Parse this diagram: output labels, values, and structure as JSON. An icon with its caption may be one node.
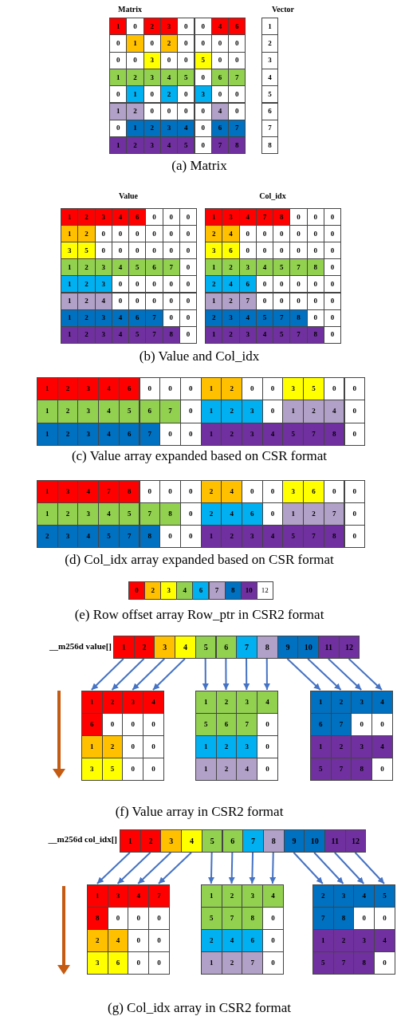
{
  "diagram": {
    "nodes": [
      {
        "text": [
          "1"
        ]
      },
      {
        "text": [
          "2"
        ]
      },
      {
        "text": [
          "3"
        ]
      },
      {
        "text": [
          "4"
        ]
      },
      {
        "text": [
          "5"
        ]
      },
      {
        "text": [
          "6"
        ]
      },
      {
        "text": [
          "7"
        ]
      },
      {
        "text": [
          "8"
        ]
      },
      {
        "text": [
          "9"
        ]
      },
      {
        "text": [
          "10"
        ]
      },
      {
        "text": [
          "11"
        ]
      },
      {
        "text": [
          "12"
        ]
      },
      {
        "text": [
          "1",
          "2",
          "3",
          "4",
          "6",
          "0",
          "0",
          "0",
          "1",
          "2",
          "0",
          "0",
          "3",
          "5",
          "0",
          "0"
        ]
      },
      {
        "text": [
          "1",
          "2",
          "3",
          "4",
          "5",
          "6",
          "7",
          "0",
          "1",
          "2",
          "3",
          "0",
          "1",
          "2",
          "4",
          "0"
        ]
      },
      {
        "text": [
          "1",
          "2",
          "3",
          "4",
          "6",
          "7",
          "0",
          "0",
          "1",
          "2",
          "3",
          "4",
          "5",
          "7",
          "8",
          "0"
        ]
      },
      {
        "text": [
          "1"
        ]
      },
      {
        "text": [
          "2"
        ]
      },
      {
        "text": [
          "3"
        ]
      },
      {
        "text": [
          "4"
        ]
      },
      {
        "text": [
          "5"
        ]
      },
      {
        "text": [
          "6"
        ]
      },
      {
        "text": [
          "7"
        ]
      },
      {
        "text": [
          "8"
        ]
      },
      {
        "text": [
          "9"
        ]
      },
      {
        "text": [
          "10"
        ]
      },
      {
        "text": [
          "11"
        ]
      },
      {
        "text": [
          "12"
        ]
      },
      {
        "text": [
          "1",
          "3",
          "4",
          "7",
          "8",
          "0",
          "0",
          "0",
          "2",
          "4",
          "0",
          "0",
          "3",
          "6",
          "0",
          "0"
        ]
      },
      {
        "text": [
          "1",
          "2",
          "3",
          "4",
          "5",
          "7",
          "8",
          "0",
          "2",
          "4",
          "6",
          "0",
          "1",
          "2",
          "7",
          "0"
        ]
      },
      {
        "text": [
          "2",
          "3",
          "4",
          "5",
          "7",
          "8",
          "0",
          "0",
          "1",
          "2",
          "3",
          "4",
          "5",
          "7",
          "8",
          "0"
        ]
      }
    ],
    "edges": [
      {
        "from": 0,
        "to": 12,
        "arrow": "to"
      },
      {
        "from": 1,
        "to": 12,
        "arrow": "to"
      },
      {
        "from": 2,
        "to": 12,
        "arrow": "to"
      },
      {
        "from": 3,
        "to": 12,
        "arrow": "to"
      },
      {
        "from": 4,
        "to": 13,
        "arrow": "to"
      },
      {
        "from": 5,
        "to": 13,
        "arrow": "to"
      },
      {
        "from": 6,
        "to": 13,
        "arrow": "to"
      },
      {
        "from": 7,
        "to": 13,
        "arrow": "to"
      },
      {
        "from": 8,
        "to": 14,
        "arrow": "to"
      },
      {
        "from": 9,
        "to": 14,
        "arrow": "to"
      },
      {
        "from": 10,
        "to": 14,
        "arrow": "to"
      },
      {
        "from": 11,
        "to": 14,
        "arrow": "to"
      },
      {
        "from": 15,
        "to": 27,
        "arrow": "to"
      },
      {
        "from": 16,
        "to": 27,
        "arrow": "to"
      },
      {
        "from": 17,
        "to": 27,
        "arrow": "to"
      },
      {
        "from": 18,
        "to": 27,
        "arrow": "to"
      },
      {
        "from": 19,
        "to": 28,
        "arrow": "to"
      },
      {
        "from": 20,
        "to": 28,
        "arrow": "to"
      },
      {
        "from": 21,
        "to": 28,
        "arrow": "to"
      },
      {
        "from": 22,
        "to": 28,
        "arrow": "to"
      },
      {
        "from": 23,
        "to": 29,
        "arrow": "to"
      },
      {
        "from": 24,
        "to": 29,
        "arrow": "to"
      },
      {
        "from": 25,
        "to": 29,
        "arrow": "to"
      },
      {
        "from": 26,
        "to": 29,
        "arrow": "to"
      }
    ],
    "labels": [
      "Matrix",
      "Vector",
      "1",
      "0",
      "2",
      "3",
      "0",
      "0",
      "4",
      "6",
      "0",
      "1",
      "0",
      "2",
      "0",
      "0",
      "0",
      "0",
      "0",
      "0",
      "3",
      "0",
      "0",
      "5",
      "0",
      "0",
      "1",
      "2",
      "3",
      "4",
      "5",
      "0",
      "6",
      "7",
      "0",
      "1",
      "0",
      "2",
      "0",
      "3",
      "0",
      "0",
      "1",
      "2",
      "0",
      "0",
      "0",
      "0",
      "4",
      "0",
      "0",
      "1",
      "2",
      "3",
      "4",
      "0",
      "6",
      "7",
      "1",
      "2",
      "3",
      "4",
      "5",
      "0",
      "7",
      "8",
      "1",
      "2",
      "3",
      "4",
      "5",
      "6",
      "7",
      "8",
      "(a) Matrix",
      "Value",
      "Col_idx",
      "1",
      "2",
      "3",
      "4",
      "6",
      "0",
      "0",
      "0",
      "1",
      "2",
      "0",
      "0",
      "0",
      "0",
      "0",
      "0",
      "3",
      "5",
      "0",
      "0",
      "0",
      "0",
      "0",
      "0",
      "1",
      "2",
      "3",
      "4",
      "5",
      "6",
      "7",
      "0",
      "1",
      "2",
      "3",
      "0",
      "0",
      "0",
      "0",
      "0",
      "1",
      "2",
      "4",
      "0",
      "0",
      "0",
      "0",
      "0",
      "1",
      "2",
      "3",
      "4",
      "6",
      "7",
      "0",
      "0",
      "1",
      "2",
      "3",
      "4",
      "5",
      "7",
      "8",
      "0",
      "1",
      "3",
      "4",
      "7",
      "8",
      "0",
      "0",
      "0",
      "2",
      "4",
      "0",
      "0",
      "0",
      "0",
      "0",
      "0",
      "3",
      "6",
      "0",
      "0",
      "0",
      "0",
      "0",
      "0",
      "1",
      "2",
      "3",
      "4",
      "5",
      "7",
      "8",
      "0",
      "2",
      "4",
      "6",
      "0",
      "0",
      "0",
      "0",
      "0",
      "1",
      "2",
      "7",
      "0",
      "0",
      "0",
      "0",
      "0",
      "2",
      "3",
      "4",
      "5",
      "7",
      "8",
      "0",
      "0",
      "1",
      "2",
      "3",
      "4",
      "5",
      "7",
      "8",
      "0",
      "(b) Value and Col_idx",
      "1",
      "2",
      "3",
      "4",
      "6",
      "0",
      "0",
      "0",
      "1",
      "2",
      "0",
      "0",
      "3",
      "5",
      "0",
      "0",
      "1",
      "2",
      "3",
      "4",
      "5",
      "6",
      "7",
      "0",
      "1",
      "2",
      "3",
      "0",
      "1",
      "2",
      "4",
      "0",
      "1",
      "2",
      "3",
      "4",
      "6",
      "7",
      "0",
      "0",
      "1",
      "2",
      "3",
      "4",
      "5",
      "7",
      "8",
      "0",
      "(c) Value array expanded based on CSR format",
      "1",
      "3",
      "4",
      "7",
      "8",
      "0",
      "0",
      "0",
      "2",
      "4",
      "0",
      "0",
      "3",
      "6",
      "0",
      "0",
      "1",
      "2",
      "3",
      "4",
      "5",
      "7",
      "8",
      "0",
      "2",
      "4",
      "6",
      "0",
      "1",
      "2",
      "7",
      "0",
      "2",
      "3",
      "4",
      "5",
      "7",
      "8",
      "0",
      "0",
      "1",
      "2",
      "3",
      "4",
      "5",
      "7",
      "8",
      "0",
      "(d) Col_idx array expanded based on CSR format",
      "0",
      "2",
      "3",
      "4",
      "6",
      "7",
      "8",
      "10",
      "12",
      "(e) Row offset array Row_ptr in CSR2 format",
      "__m256d value[]",
      "(f) Value array in CSR2 format",
      "__m256d col_idx[]",
      "(g) Col_idx array in CSR2 format"
    ]
  }
}
